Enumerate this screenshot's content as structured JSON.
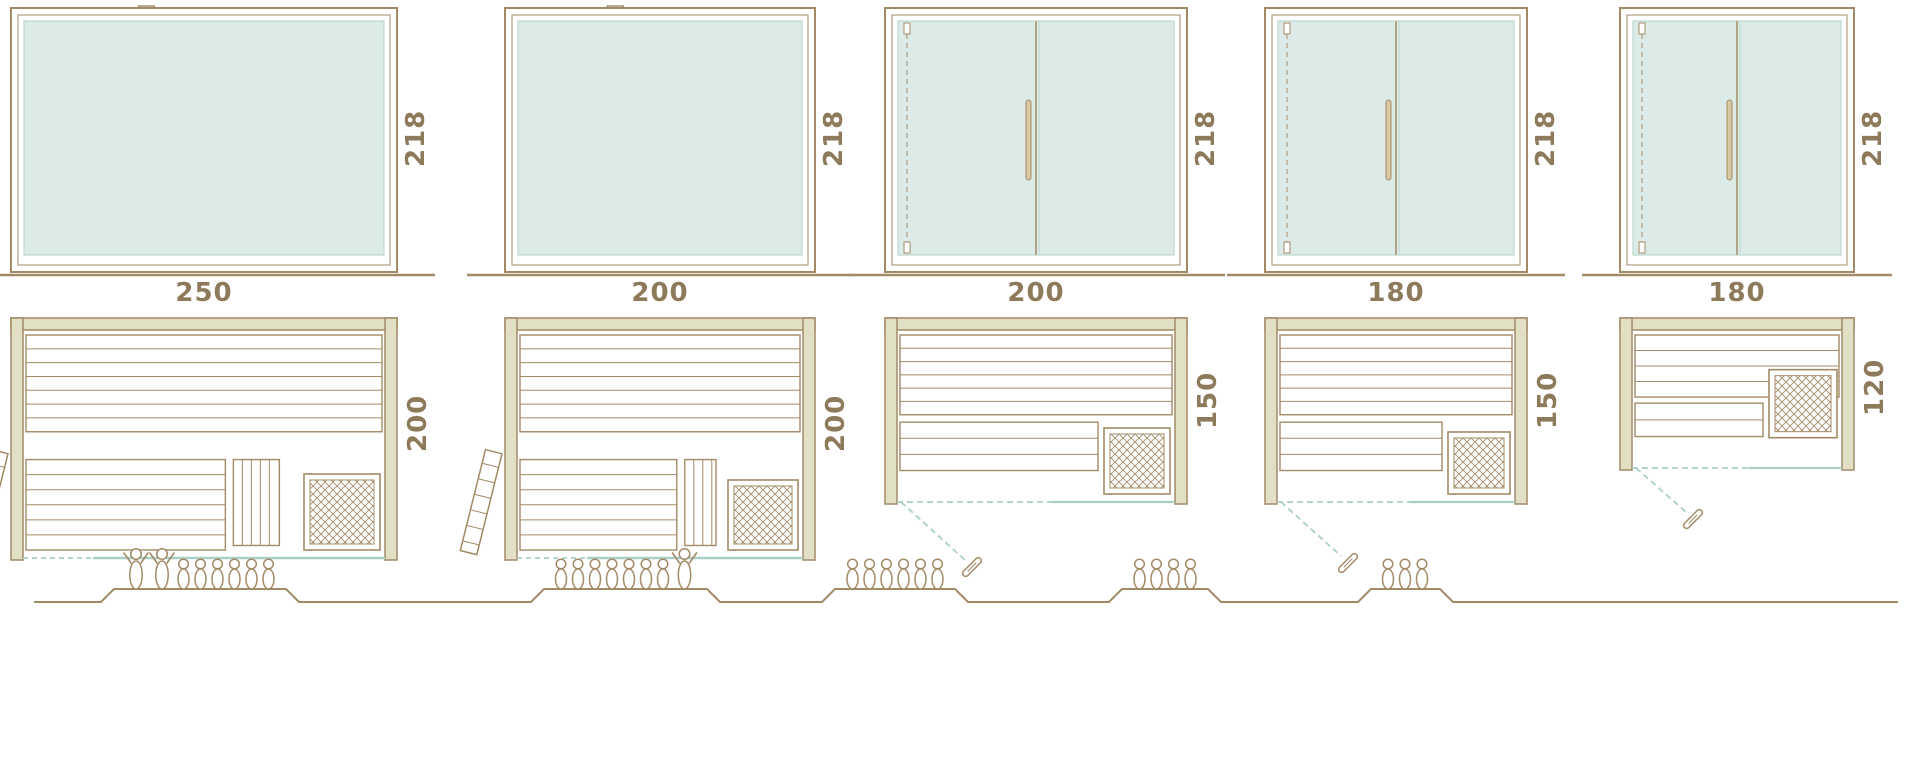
{
  "colors": {
    "line": "#a38a66",
    "label": "#8c7a5a",
    "glass": "#dcebe7",
    "glass_line": "#bcd7d0",
    "blue": "#a9cfc6",
    "wall": "#e1dfc4",
    "handle_fill": "#d8c9a3",
    "bg": "#ffffff"
  },
  "variants": [
    {
      "width_label": "250",
      "height_label": "218",
      "depth_label": "200",
      "front": "full-glass",
      "door_position": "side",
      "capacity": 8,
      "figures": "AAcccccc"
    },
    {
      "width_label": "200",
      "height_label": "218",
      "depth_label": "200",
      "front": "full-glass",
      "door_position": "side",
      "capacity": 8,
      "figures": "cccccccA"
    },
    {
      "width_label": "200",
      "height_label": "218",
      "depth_label": "150",
      "front": "glass-door",
      "door_position": "front",
      "capacity": 6,
      "figures": "cccccc"
    },
    {
      "width_label": "180",
      "height_label": "218",
      "depth_label": "150",
      "front": "glass-door",
      "door_position": "front",
      "capacity": 4,
      "figures": "cccc"
    },
    {
      "width_label": "180",
      "height_label": "218",
      "depth_label": "120",
      "front": "glass-door",
      "door_position": "front",
      "capacity": 3,
      "figures": "ccc"
    }
  ]
}
